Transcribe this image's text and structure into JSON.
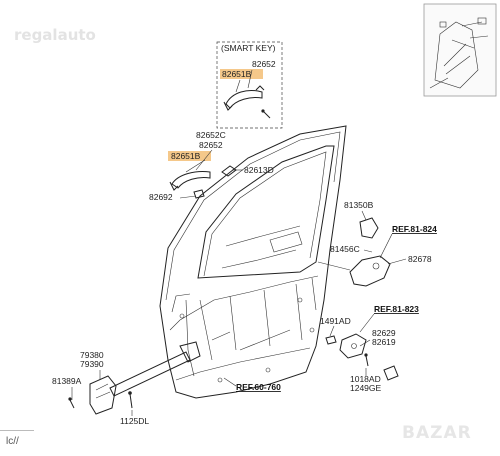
{
  "watermark": "regalauto",
  "watermark_bottom": "BAZAR",
  "bottom_text": "lc//",
  "smart_key_label": "(SMART KEY)",
  "parts": {
    "p82652_top": "82652",
    "p82651B_top": "82651B",
    "p82652C": "82652C",
    "p82652_mid": "82652",
    "p82651B_mid": "82651B",
    "p82613D": "82613D",
    "p82692": "82692",
    "p81350B": "81350B",
    "p81456C": "81456C",
    "p82678": "82678",
    "p1491AD": "1491AD",
    "p82629": "82629",
    "p82619": "82619",
    "p1018AD": "1018AD",
    "p1249GE": "1249GE",
    "p79380": "79380",
    "p79390": "79390",
    "p81389A": "81389A",
    "p1125DL": "1125DL"
  },
  "refs": {
    "ref_81_824": "REF.81-824",
    "ref_81_823": "REF.81-823",
    "ref_60_760": "REF.60-760"
  },
  "colors": {
    "highlight": "#f5c88a",
    "line": "#222222"
  }
}
